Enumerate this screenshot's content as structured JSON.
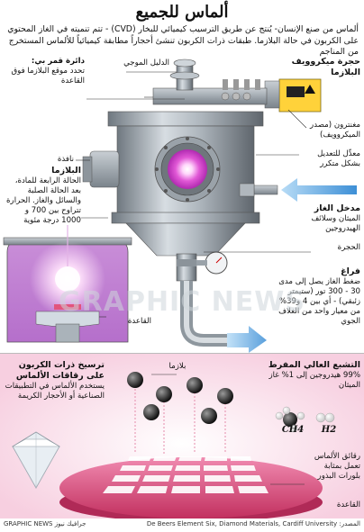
{
  "title": "ألماس للجميع",
  "intro": "ألماس من صنع الإنسان- يُنتج عن طريق الترسيب كيميائي للبخار (CVD) - تتم تنميته في الغاز المحتوي على الكربون في حالة البلازما. طبقات ذرات الكربون تنشئ أحجاراً مطابقة كيميائياً للألماس المستخرج من المناجم",
  "labels": {
    "plasma_chamber": "حجرة ميكروويف البلازما",
    "waveguide": "الدليل الموجي",
    "viewport_title": "دائرة قمر بي:",
    "viewport_desc": "تحدد موقع البلازما فوق القاعدة",
    "window": "نافذة",
    "magnetron": "مغنترون (مصدر الميكروويف)",
    "tuner": "معدِّل للتعديل بشكل متكرر",
    "plasma_title": "البلازما",
    "plasma_desc": "الحالة الرابعة للمادة، بعد الحالة الصلبة والسائل والغاز. الحرارة تتراوح بين 700 و 1000 درجة مئوية",
    "gas_inlet_title": "مدخل الغاز",
    "gas_inlet_desc": "الميثان وسلائف الهيدروجين",
    "chamber": "الحجرة",
    "vacuum_title": "فراغ",
    "vacuum_desc": "ضغط الغاز يصل إلى مدى 30 - 300 تور (ستيمتر زئبقي) - أي بين 4 و39% من معيار واحد من الغلاف الجوي",
    "base_top": "القاعدة",
    "deposition_title": "ترسيخ ذرات الكربون على رقاقات الألماس",
    "deposition_desc": "يستخدم الألماس في التطبيقات الصناعية أو الأحجار الكريمة",
    "plasma_small": "بلازما",
    "radiation_title": "التشبع العالي المفرط",
    "radiation_desc": "99% هيدروجين إلى 1% غاز الميثان",
    "ch4": "CH4",
    "h2": "H2",
    "wafers": "رقائق الألماس تعمل بمثابة بلورات البذور",
    "base_bottom": "القاعدة"
  },
  "footer": {
    "source": "المصدر: De Beers Element Six, Diamond Materials, Cardiff University",
    "credit": "GRAPHIC NEWS جرافيك نيوز"
  },
  "watermark": "GRAPHIC NEWS",
  "colors": {
    "plasma": "#d63fd0",
    "plasma_bg": "#c99ad6",
    "base_pink": "#e2547d",
    "arrow_blue": "#4a9ee0",
    "steel": "#9aa3ab",
    "bottom_bg": "#fbe3ec"
  }
}
